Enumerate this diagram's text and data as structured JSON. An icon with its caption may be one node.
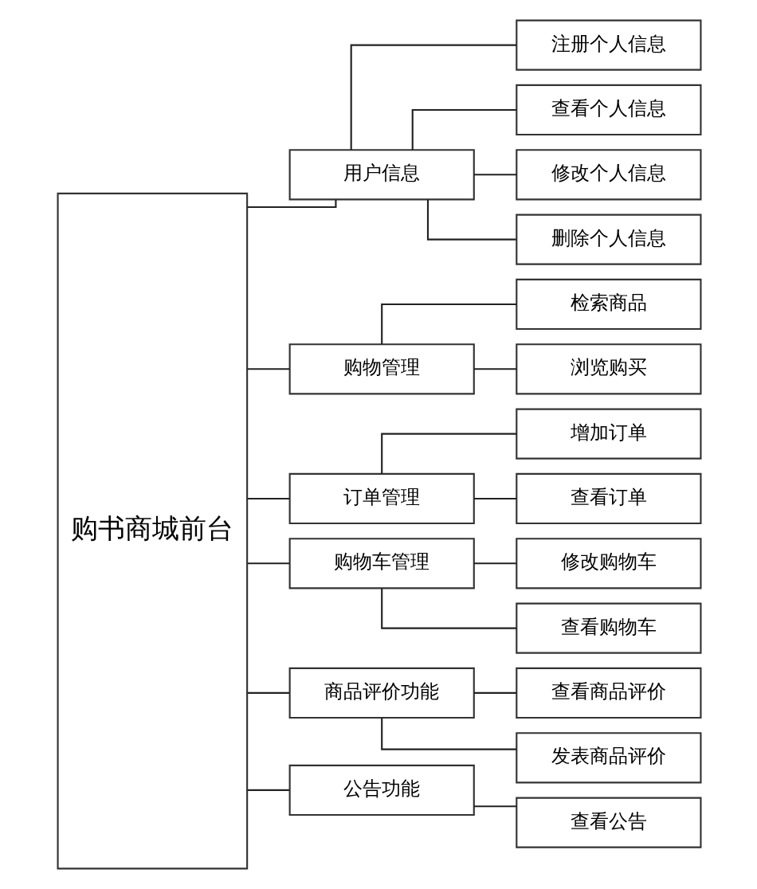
{
  "diagram": {
    "nodes": [
      {
        "text": [
          "购书商城前台"
        ]
      },
      {
        "text": [
          "用户信息"
        ]
      },
      {
        "text": [
          "注册个人信息"
        ]
      },
      {
        "text": [
          "查看个人信息"
        ]
      },
      {
        "text": [
          "修改个人信息"
        ]
      },
      {
        "text": [
          "删除个人信息"
        ]
      },
      {
        "text": [
          "购物管理"
        ]
      },
      {
        "text": [
          "检索商品"
        ]
      },
      {
        "text": [
          "浏览购买"
        ]
      },
      {
        "text": [
          "订单管理"
        ]
      },
      {
        "text": [
          "增加订单"
        ]
      },
      {
        "text": [
          "查看订单"
        ]
      },
      {
        "text": [
          "购物车管理"
        ]
      },
      {
        "text": [
          "修改购物车"
        ]
      },
      {
        "text": [
          "查看购物车"
        ]
      },
      {
        "text": [
          "商品评价功能"
        ]
      },
      {
        "text": [
          "查看商品评价"
        ]
      },
      {
        "text": [
          "发表商品评价"
        ]
      },
      {
        "text": [
          "公告功能"
        ]
      },
      {
        "text": [
          "查看公告"
        ]
      }
    ],
    "edges": [
      {
        "from": 0,
        "to": 1,
        "arrow": "none"
      },
      {
        "from": 1,
        "to": 2,
        "arrow": "none"
      },
      {
        "from": 1,
        "to": 3,
        "arrow": "none"
      },
      {
        "from": 1,
        "to": 4,
        "arrow": "none"
      },
      {
        "from": 1,
        "to": 5,
        "arrow": "none"
      },
      {
        "from": 0,
        "to": 6,
        "arrow": "none"
      },
      {
        "from": 6,
        "to": 7,
        "arrow": "none"
      },
      {
        "from": 6,
        "to": 8,
        "arrow": "none"
      },
      {
        "from": 0,
        "to": 9,
        "arrow": "none"
      },
      {
        "from": 9,
        "to": 10,
        "arrow": "none"
      },
      {
        "from": 9,
        "to": 11,
        "arrow": "none"
      },
      {
        "from": 0,
        "to": 12,
        "arrow": "none"
      },
      {
        "from": 12,
        "to": 13,
        "arrow": "none"
      },
      {
        "from": 12,
        "to": 14,
        "arrow": "none"
      },
      {
        "from": 0,
        "to": 15,
        "arrow": "none"
      },
      {
        "from": 15,
        "to": 16,
        "arrow": "none"
      },
      {
        "from": 15,
        "to": 17,
        "arrow": "none"
      },
      {
        "from": 0,
        "to": 18,
        "arrow": "none"
      },
      {
        "from": 18,
        "to": 19,
        "arrow": "none"
      }
    ]
  }
}
